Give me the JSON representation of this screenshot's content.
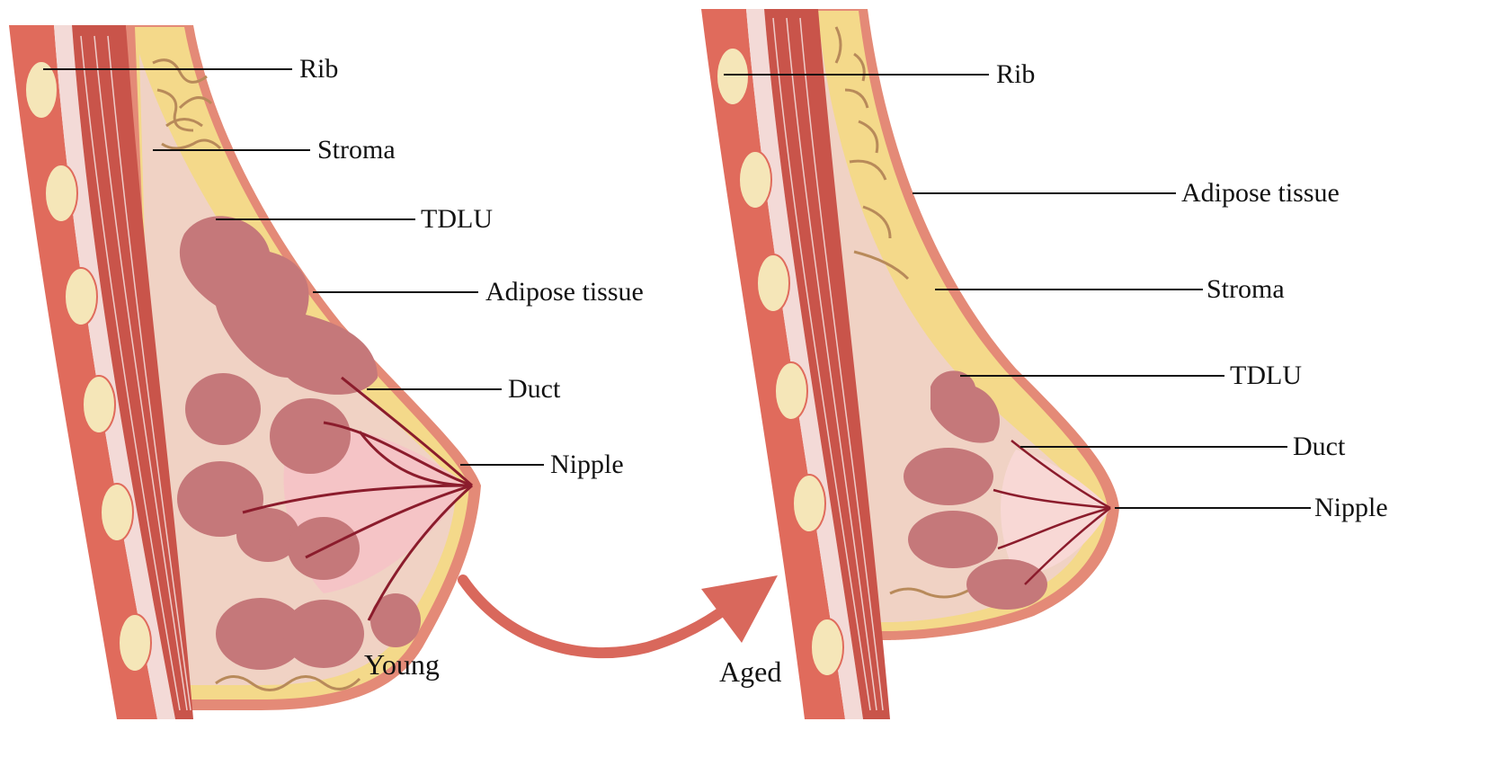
{
  "colors": {
    "muscle": "#e06b5c",
    "muscle_dark": "#c9544a",
    "fascia": "#f3dad7",
    "stroma_bg": "#f0d2c4",
    "adipose": "#f4d98a",
    "skin": "#e48a77",
    "lobule": "#c5787a",
    "duct": "#8b1c2c",
    "nipple_zone": "#f5c2c6",
    "rib": "#f5e6b8",
    "rib_speck": "#c8ad72",
    "fiber": "#b88a5a",
    "arrow": "#d9685c",
    "leader": "#111111"
  },
  "young": {
    "caption": "Young",
    "labels": {
      "rib": "Rib",
      "stroma": "Stroma",
      "tdlu": "TDLU",
      "adipose": "Adipose tissue",
      "duct": "Duct",
      "nipple": "Nipple"
    }
  },
  "aged": {
    "caption": "Aged",
    "labels": {
      "rib": "Rib",
      "adipose": "Adipose tissue",
      "stroma": "Stroma",
      "tdlu": "TDLU",
      "duct": "Duct",
      "nipple": "Nipple"
    }
  },
  "arrow_icon": "curved-arrow-icon"
}
